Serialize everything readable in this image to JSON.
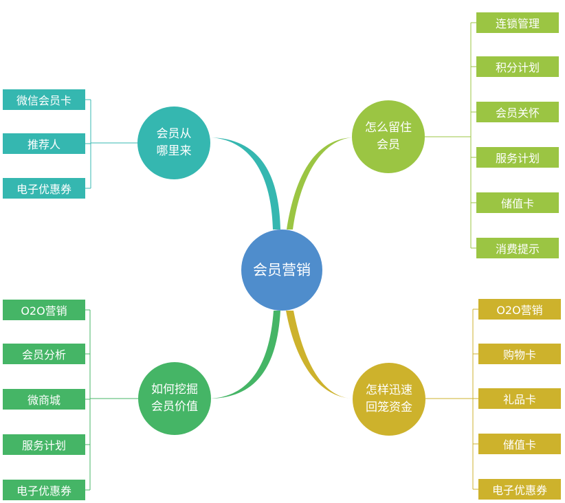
{
  "center": {
    "label": "会员营销",
    "color": "#4f8dcc"
  },
  "branches": [
    {
      "id": "where-from",
      "label": "会员从\n哪里来",
      "color": "#35b7b0",
      "items": [
        "微信会员卡",
        "推荐人",
        "电子优惠券"
      ]
    },
    {
      "id": "retain",
      "label": "怎么留住\n会员",
      "color": "#9bc543",
      "items": [
        "连锁管理",
        "积分计划",
        "会员关怀",
        "服务计划",
        "储值卡",
        "消费提示"
      ]
    },
    {
      "id": "mine-value",
      "label": "如何挖掘\n会员价值",
      "color": "#45b566",
      "items": [
        "O2O营销",
        "会员分析",
        "微商城",
        "服务计划",
        "电子优惠券"
      ]
    },
    {
      "id": "recoup-funds",
      "label": "怎样迅速\n回笼资金",
      "color": "#cdb22c",
      "items": [
        "O2O营销",
        "购物卡",
        "礼品卡",
        "储值卡",
        "电子优惠券"
      ]
    }
  ]
}
